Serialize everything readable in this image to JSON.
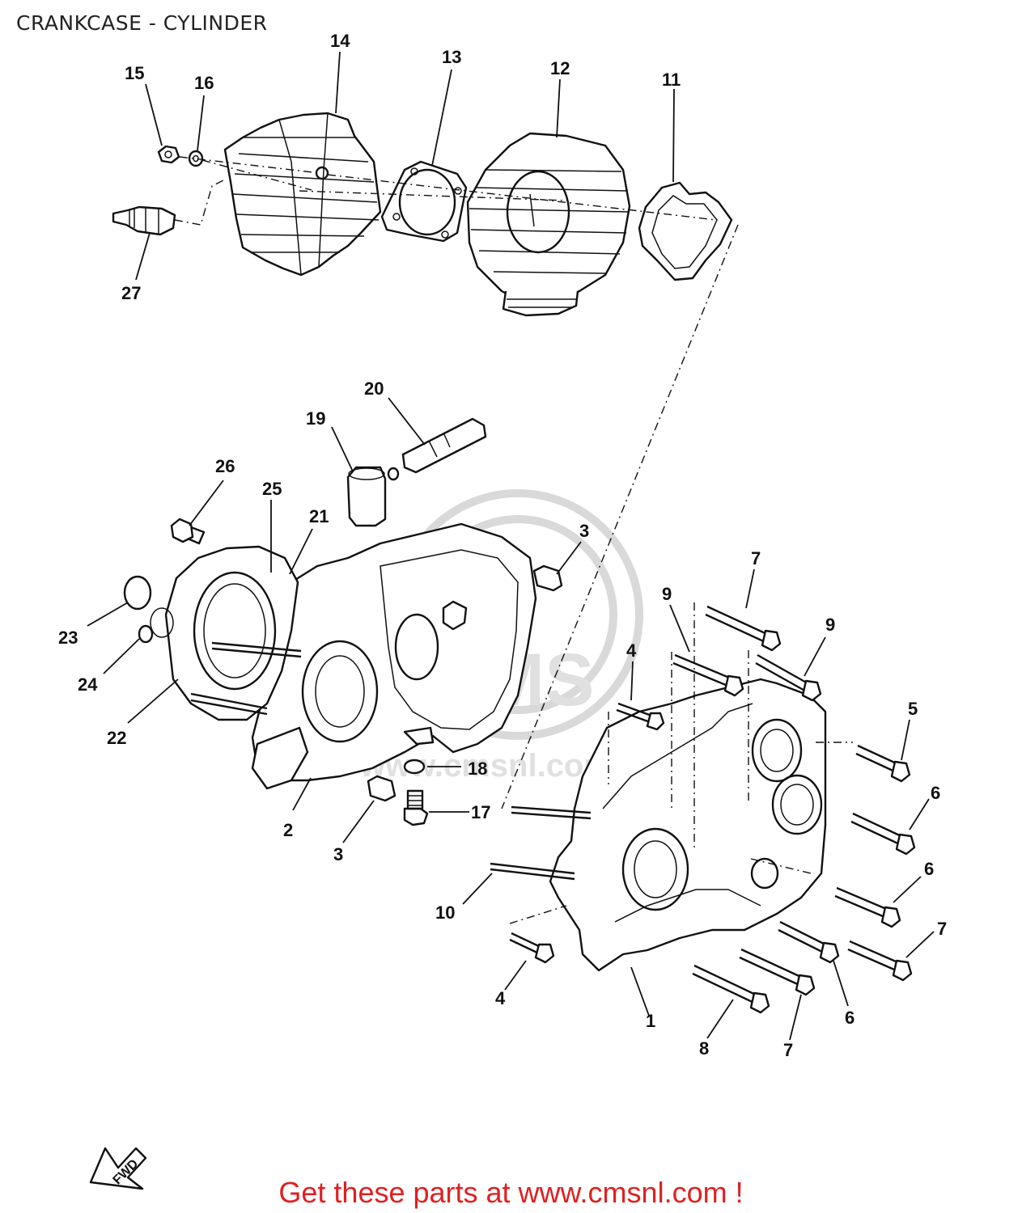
{
  "page": {
    "title": "CRANKCASE - CYLINDER",
    "promo_text": "Get these parts at www.cmsnl.com !",
    "fwd_label": "FWD",
    "watermark": {
      "brand": "CMS",
      "url": "www.cmsnl.com"
    }
  },
  "callouts": [
    {
      "id": "c14",
      "text": "14"
    },
    {
      "id": "c15",
      "text": "15"
    },
    {
      "id": "c16",
      "text": "16"
    },
    {
      "id": "c13",
      "text": "13"
    },
    {
      "id": "c12",
      "text": "12"
    },
    {
      "id": "c11",
      "text": "11"
    },
    {
      "id": "c27",
      "text": "27"
    },
    {
      "id": "c20",
      "text": "20"
    },
    {
      "id": "c19",
      "text": "19"
    },
    {
      "id": "c26",
      "text": "26"
    },
    {
      "id": "c25",
      "text": "25"
    },
    {
      "id": "c21",
      "text": "21"
    },
    {
      "id": "c3a",
      "text": "3"
    },
    {
      "id": "c23",
      "text": "23"
    },
    {
      "id": "c24",
      "text": "24"
    },
    {
      "id": "c22",
      "text": "22"
    },
    {
      "id": "c18",
      "text": "18"
    },
    {
      "id": "c17",
      "text": "17"
    },
    {
      "id": "c2",
      "text": "2"
    },
    {
      "id": "c3b",
      "text": "3"
    },
    {
      "id": "c7a",
      "text": "7"
    },
    {
      "id": "c9a",
      "text": "9"
    },
    {
      "id": "c9b",
      "text": "9"
    },
    {
      "id": "c4a",
      "text": "4"
    },
    {
      "id": "c5",
      "text": "5"
    },
    {
      "id": "c6a",
      "text": "6"
    },
    {
      "id": "c6b",
      "text": "6"
    },
    {
      "id": "c7b",
      "text": "7"
    },
    {
      "id": "c10",
      "text": "10"
    },
    {
      "id": "c4b",
      "text": "4"
    },
    {
      "id": "c1",
      "text": "1"
    },
    {
      "id": "c6c",
      "text": "6"
    },
    {
      "id": "c8",
      "text": "8"
    },
    {
      "id": "c7c",
      "text": "7"
    }
  ]
}
